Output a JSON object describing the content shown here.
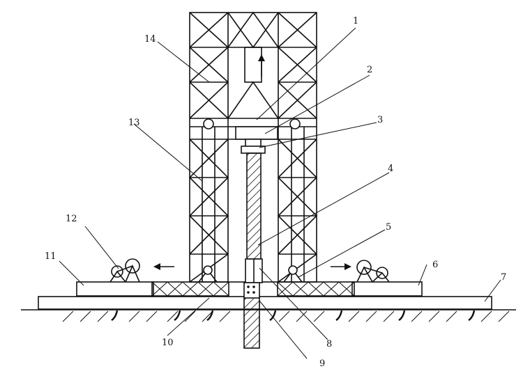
{
  "callouts": [
    {
      "id": "1",
      "label": "1"
    },
    {
      "id": "2",
      "label": "2"
    },
    {
      "id": "3",
      "label": "3"
    },
    {
      "id": "4",
      "label": "4"
    },
    {
      "id": "5",
      "label": "5"
    },
    {
      "id": "6",
      "label": "6"
    },
    {
      "id": "7",
      "label": "7"
    },
    {
      "id": "8",
      "label": "8"
    },
    {
      "id": "9",
      "label": "9"
    },
    {
      "id": "10",
      "label": "10"
    },
    {
      "id": "11",
      "label": "11"
    },
    {
      "id": "12",
      "label": "12"
    },
    {
      "id": "13",
      "label": "13"
    },
    {
      "id": "14",
      "label": "14"
    }
  ],
  "colors": {
    "ink": "#111111",
    "background": "#ffffff"
  }
}
